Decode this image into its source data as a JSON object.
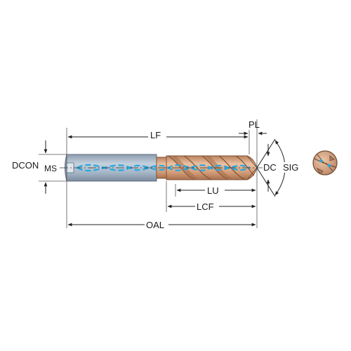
{
  "diagram": {
    "labels": {
      "lf": "LF",
      "pl": "PL",
      "dcon": "DCON",
      "ms": "MS",
      "dc": "DC",
      "sig": "SIG",
      "lu": "LU",
      "lcf": "LCF",
      "oal": "OAL"
    },
    "colors": {
      "shank": "#a9b9c9",
      "shank_dark": "#7f91a3",
      "body": "#d9ab8c",
      "body_dark": "#b07a5a",
      "coolant": "#27a8e0",
      "line": "#222222",
      "end_view": "#d0a080"
    }
  }
}
